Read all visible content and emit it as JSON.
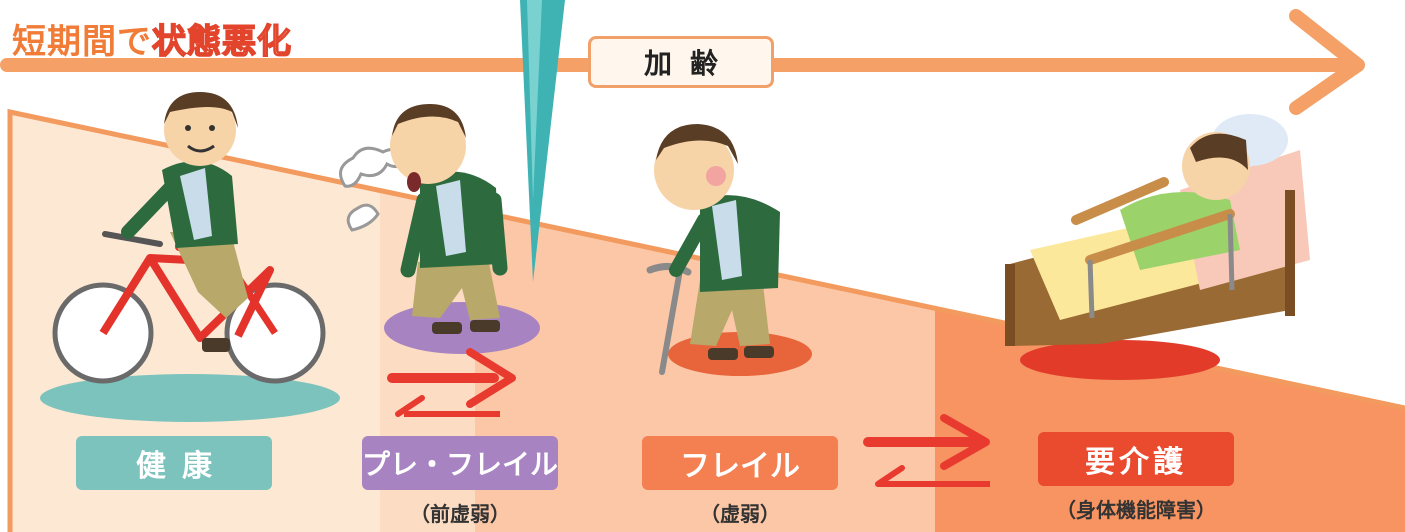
{
  "headline": {
    "lead": "短期間で",
    "accent": "状態悪化"
  },
  "timeline": {
    "label": "加齢"
  },
  "stages": [
    {
      "name": "健康",
      "sub": ""
    },
    {
      "name": "プレ・フレイル",
      "sub": "（前虚弱）"
    },
    {
      "name": "フレイル",
      "sub": "（虚弱）"
    },
    {
      "name": "要介護",
      "sub": "（身体機能障害）"
    }
  ],
  "colors": {
    "headline": "#f07c38",
    "arrow": "#f4a066",
    "marker": "#3fb3b4",
    "healthy": "#7cc3bd",
    "prefrail": "#a883c2",
    "frail": "#f47f51",
    "care": "#ea4a2e",
    "transition_arrows": "#e83a2f"
  },
  "illustrations": [
    "man-riding-bicycle",
    "man-out-of-breath",
    "man-with-cane",
    "man-in-care-bed"
  ]
}
